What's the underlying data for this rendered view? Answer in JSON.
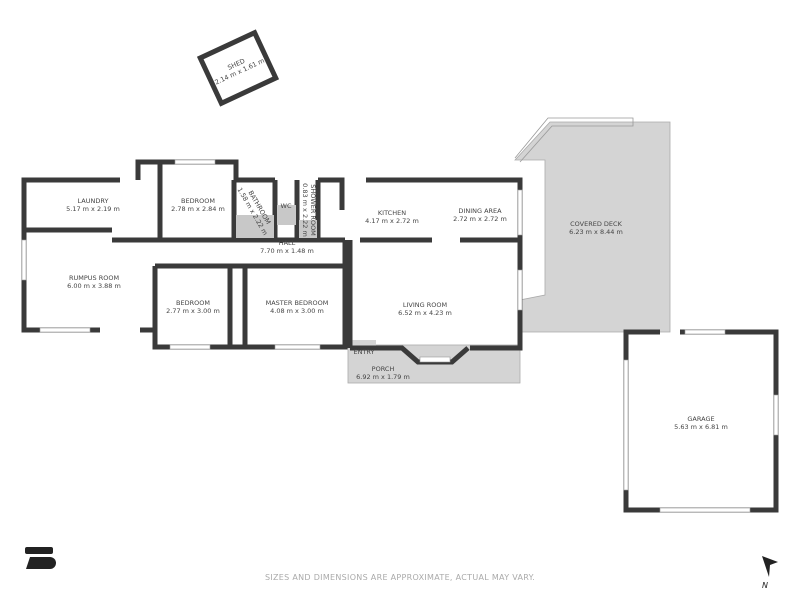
{
  "rooms": [
    {
      "name": "SHED",
      "size": "2.14 m x 1.61 m"
    },
    {
      "name": "LAUNDRY",
      "size": "5.17 m x 2.19 m"
    },
    {
      "name": "BEDROOM",
      "size": "2.78 m x 2.84 m"
    },
    {
      "name": "BATHROOM",
      "size": "1.58 m x 2.22 m"
    },
    {
      "name": "WC",
      "size": ""
    },
    {
      "name": "SHOWER ROOM",
      "size": "0.83 m x 2.22 m"
    },
    {
      "name": "KITCHEN",
      "size": "4.17 m x 2.72 m"
    },
    {
      "name": "DINING AREA",
      "size": "2.72 m x 2.72 m"
    },
    {
      "name": "COVERED DECK",
      "size": "6.23 m x 8.44 m"
    },
    {
      "name": "HALL",
      "size": "7.70 m x 1.48 m"
    },
    {
      "name": "RUMPUS ROOM",
      "size": "6.00 m x 3.88 m"
    },
    {
      "name": "BEDROOM",
      "size": "2.77 m x 3.00 m"
    },
    {
      "name": "MASTER BEDROOM",
      "size": "4.08 m x 3.00 m"
    },
    {
      "name": "LIVING ROOM",
      "size": "6.52 m x 4.23 m"
    },
    {
      "name": "ENTRY",
      "size": ""
    },
    {
      "name": "PORCH",
      "size": "6.92 m x 1.79 m"
    },
    {
      "name": "GARAGE",
      "size": "5.63 m x 6.81 m"
    }
  ],
  "footer": "SIZES AND DIMENSIONS ARE APPROXIMATE, ACTUAL MAY VARY.",
  "compass": {
    "label": "N",
    "icon": "north-arrow-icon"
  },
  "logo": {
    "icon": "brand-logo-icon"
  },
  "colors": {
    "wall": "#3a3a3a",
    "outdoor_fill": "#d4d4d4",
    "text": "#444444"
  }
}
